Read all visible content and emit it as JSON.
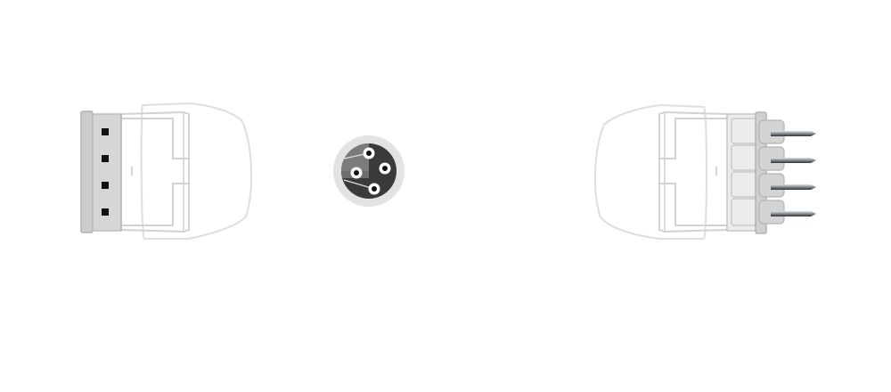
{
  "diagram": {
    "views": [
      {
        "id": "left-connector",
        "pin_count": 4
      },
      {
        "id": "cable-cross-section",
        "wire_count": 4
      },
      {
        "id": "right-connector",
        "pin_count": 4
      }
    ]
  },
  "colors": {
    "background": "#ffffff",
    "body_outline": "#dedede",
    "housing_fill": "#d4d4d4",
    "housing_stroke": "#b8b8b8",
    "latch_outline": "#d2d2d2",
    "contact_black": "#111111",
    "cable_jacket": "#e3e3e3",
    "cable_core": "#3a3a3a",
    "pin_metal": "#9ea3a8"
  }
}
